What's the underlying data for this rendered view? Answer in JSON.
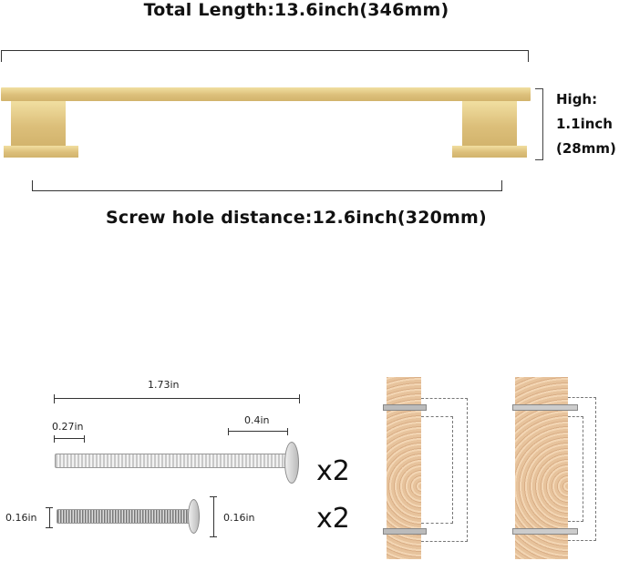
{
  "dimensions": {
    "total_length": "Total Length:13.6inch(346mm)",
    "height_lines": [
      "High:",
      "1.1inch",
      "(28mm)"
    ],
    "screw_hole_distance": "Screw hole distance:12.6inch(320mm)"
  },
  "screws": {
    "long_screw": {
      "length": "1.73in",
      "tip_length": "0.27in",
      "head_length": "0.4in",
      "quantity": "x2"
    },
    "short_screw": {
      "diameter": "0.16in",
      "head_diameter": "0.16in",
      "quantity": "x2"
    }
  },
  "colors": {
    "handle_gold": "#dcc27e",
    "wood": "#e9c7a2",
    "dimension_line": "#333333"
  }
}
